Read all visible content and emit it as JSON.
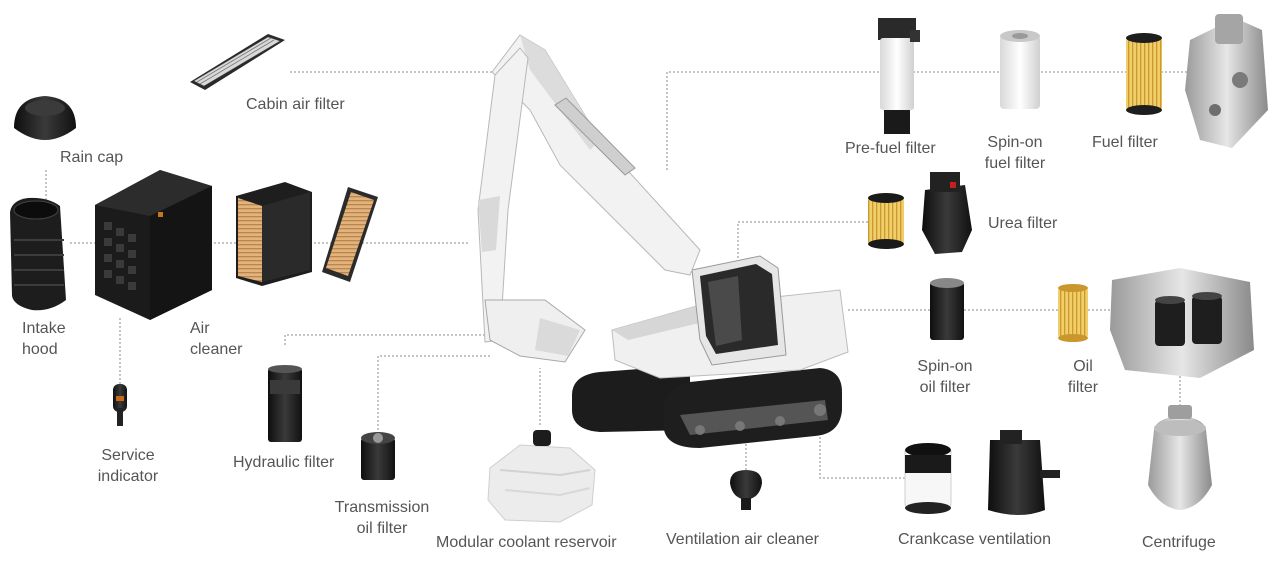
{
  "labels": {
    "cabin_air_filter": "Cabin air filter",
    "rain_cap": "Rain cap",
    "intake_hood": [
      "Intake",
      "hood"
    ],
    "air_cleaner": [
      "Air",
      "cleaner"
    ],
    "service_indicator": [
      "Service",
      "indicator"
    ],
    "hydraulic_filter": "Hydraulic filter",
    "transmission_oil_filter": [
      "Transmission",
      "oil filter"
    ],
    "modular_coolant_reservoir": "Modular coolant reservoir",
    "ventilation_air_cleaner": "Ventilation air cleaner",
    "crankcase_ventilation": "Crankcase ventilation",
    "centrifuge": "Centrifuge",
    "pre_fuel_filter": "Pre-fuel filter",
    "spin_on_fuel_filter": [
      "Spin-on",
      "fuel filter"
    ],
    "fuel_filter": "Fuel filter",
    "urea_filter": "Urea filter",
    "spin_on_oil_filter": [
      "Spin-on",
      "oil filter"
    ],
    "oil_filter": [
      "Oil",
      "filter"
    ]
  },
  "colors": {
    "label_text": "#555555",
    "leader_line": "#8a8a8a",
    "filter_media": "#e0b078",
    "machine_body": "#efefef",
    "dark_part": "#1e1e1e"
  }
}
